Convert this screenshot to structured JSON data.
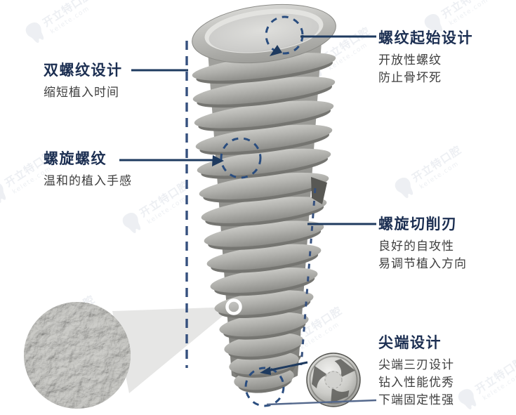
{
  "brand_watermark": {
    "name": "开立特口腔",
    "domain": "kelete.com"
  },
  "annotations": {
    "left_top": {
      "title": "双螺纹设计",
      "lines": [
        "缩短植入时间"
      ]
    },
    "left_mid": {
      "title": "螺旋螺纹",
      "lines": [
        "温和的植入手感"
      ]
    },
    "right_top": {
      "title": "螺纹起始设计",
      "lines": [
        "开放性螺纹",
        "防止骨坏死"
      ]
    },
    "right_mid": {
      "title": "螺旋切削刃",
      "lines": [
        "良好的自攻性",
        "易调节植入方向"
      ]
    },
    "right_bottom": {
      "title": "尖端设计",
      "lines": [
        "尖端三刃设计",
        "钻入性能优秀",
        "下端固定性强"
      ]
    }
  },
  "colors": {
    "title": "#1c2f52",
    "body_text": "#3e3e3e",
    "connector": "#1e3a5f",
    "dashed_guide": "#2a4d7f",
    "implant_gray": "#a8a8a4",
    "background": "#ffffff"
  }
}
